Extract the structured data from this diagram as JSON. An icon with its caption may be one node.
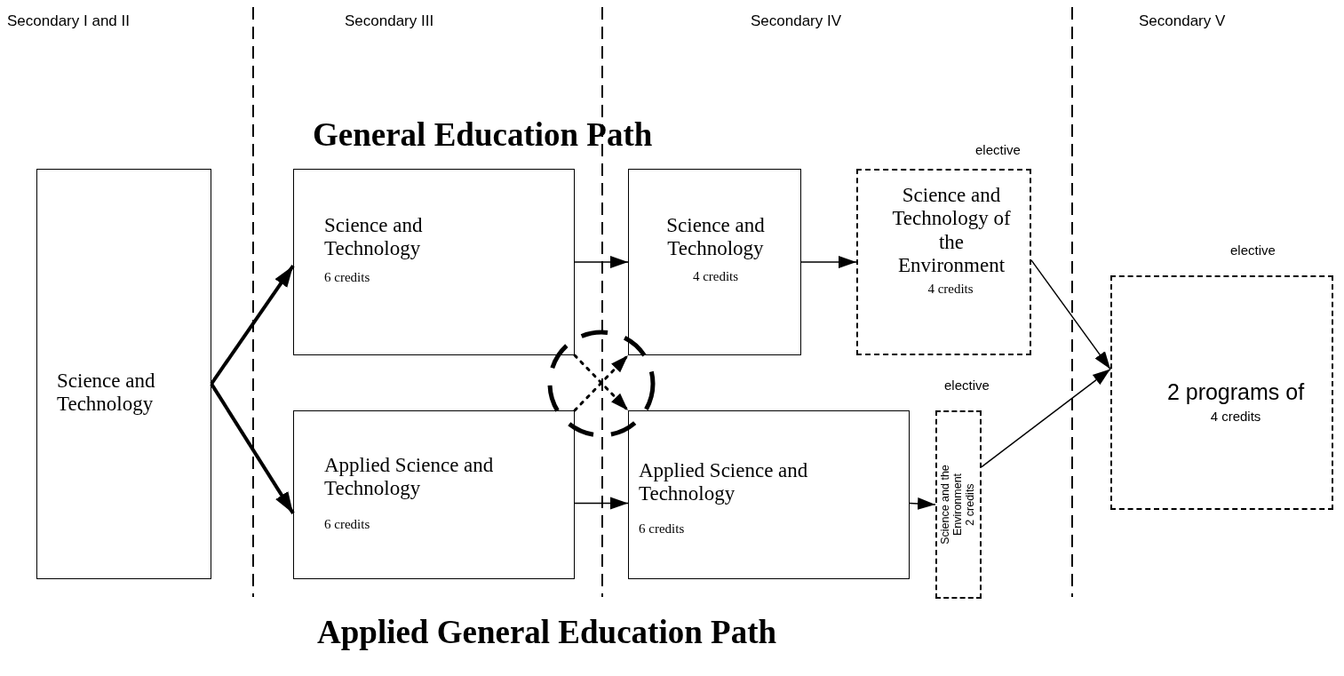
{
  "diagram": {
    "nodes": [
      {
        "text": [
          "Science and Technology"
        ]
      },
      {
        "text": [
          "Science and Technology",
          "6 credits"
        ]
      },
      {
        "text": [
          "Applied Science and Technology",
          "6 credits"
        ]
      },
      {
        "text": [
          "Science and Technology",
          "4 credits"
        ]
      },
      {
        "text": [
          "Applied Science and Technology",
          "6 credits"
        ]
      },
      {
        "text": [
          "Science and Technology of the Environment",
          "4 credits"
        ],
        "beside": [
          "elective"
        ]
      },
      {
        "text": [
          "Science and the Environment",
          "2 credits"
        ],
        "beside": [
          "elective"
        ]
      },
      {
        "text": [
          "2 programs of",
          "4 credits"
        ],
        "beside": [
          "elective"
        ]
      }
    ],
    "edges": [
      {
        "from": 0,
        "to": 1,
        "arrow": "to",
        "style": "thick"
      },
      {
        "from": 0,
        "to": 2,
        "arrow": "to",
        "style": "thick"
      },
      {
        "from": 1,
        "to": 3,
        "arrow": "to"
      },
      {
        "from": 2,
        "to": 4,
        "arrow": "to"
      },
      {
        "from": 1,
        "to": 4,
        "arrow": "to",
        "style": "dashed"
      },
      {
        "from": 2,
        "to": 3,
        "arrow": "to",
        "style": "dashed"
      },
      {
        "from": 3,
        "to": 5,
        "arrow": "to"
      },
      {
        "from": 4,
        "to": 6,
        "arrow": "to"
      },
      {
        "from": 5,
        "to": 7,
        "arrow": "to"
      },
      {
        "from": 6,
        "to": 7,
        "arrow": "to"
      }
    ],
    "labels": [
      "Secondary I and II",
      "Secondary III",
      "Secondary IV",
      "Secondary V",
      "General Education Path",
      "Applied General Education Path"
    ]
  }
}
